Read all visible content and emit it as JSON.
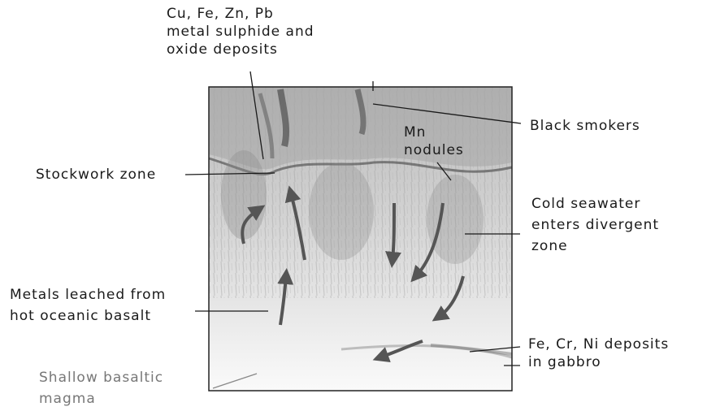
{
  "labels": {
    "deposits_top": [
      "Cu, Fe, Zn, Pb",
      "metal sulphide and",
      "oxide deposits"
    ],
    "black_smokers": "Black smokers",
    "mn_nodules": [
      "Mn",
      "nodules"
    ],
    "stockwork_zone": "Stockwork zone",
    "cold_seawater": [
      "Cold seawater",
      "enters divergent",
      "zone"
    ],
    "metals_leached": [
      "Metals leached from",
      "hot oceanic basalt"
    ],
    "fe_cr_ni": [
      "Fe, Cr, Ni deposits",
      "in gabbro"
    ],
    "shallow_magma": [
      "Shallow basaltic",
      "magma"
    ]
  },
  "colors": {
    "line": "#1a1a1a",
    "frame": "#222222",
    "rock_dark": "#6f6f6f",
    "rock_light": "#c9c9c9",
    "magma_text": "#777777"
  }
}
